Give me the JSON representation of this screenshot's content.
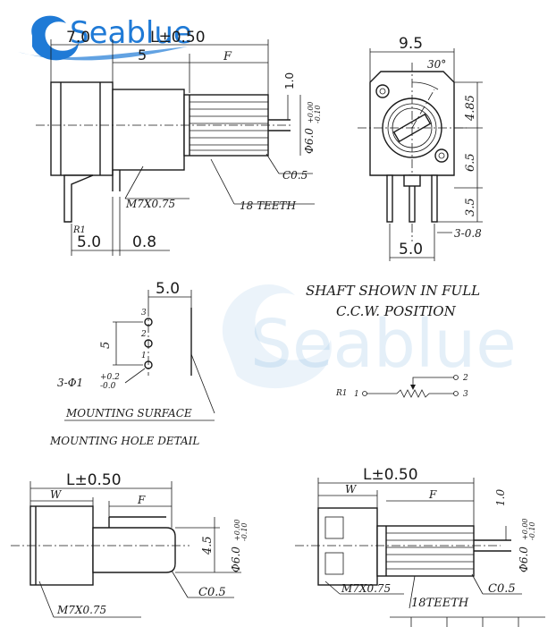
{
  "brand": {
    "name": "Seablue",
    "color": "#1f7ad6",
    "icon": "wave-swirl-icon"
  },
  "watermark": {
    "text": "Seablue"
  },
  "side_view": {
    "dim_top_left": "7.0",
    "dim_length": "L±0.50",
    "dim_five": "5",
    "dim_f": "F",
    "dim_1_0": "1.0",
    "dim_shaft_dia": "Φ6.0",
    "dim_shaft_tol_plus": "+0.00",
    "dim_shaft_tol_minus": "-0.10",
    "dim_chamfer": "C0.5",
    "dim_thread": "M7X0.75",
    "dim_teeth": "18 TEETH",
    "label_r1": "R1",
    "dim_5_0": "5.0",
    "dim_0_8": "0.8"
  },
  "front_view": {
    "dim_width": "9.5",
    "dim_angle": "30°",
    "dim_4_85": "4.85",
    "dim_6_5": "6.5",
    "dim_3_5": "3.5",
    "dim_3_0_8": "3-0.8",
    "dim_5_0": "5.0"
  },
  "mounting_detail": {
    "dim_5_0": "5.0",
    "dim_5": "5",
    "pin_1": "1",
    "pin_2": "2",
    "pin_3": "3",
    "hole_spec": "3-Φ1",
    "hole_tol_plus": "+0.2",
    "hole_tol_minus": "-0.0",
    "surface_label": "MOUNTING SURFACE",
    "detail_label": "MOUNTING HOLE DETAIL"
  },
  "notes": {
    "line1": "SHAFT SHOWN IN FULL",
    "line2": "C.C.W. POSITION"
  },
  "schematic": {
    "label_r1": "R1",
    "pin_1": "1",
    "pin_2": "2",
    "pin_3": "3"
  },
  "plain_shaft_view": {
    "dim_length": "L±0.50",
    "dim_w": "W",
    "dim_f": "F",
    "dim_4_5": "4.5",
    "dim_shaft_dia": "Φ6.0",
    "dim_shaft_tol_plus": "+0.00",
    "dim_shaft_tol_minus": "-0.10",
    "dim_chamfer": "C0.5",
    "dim_thread": "M7X0.75"
  },
  "knurled_shaft_view": {
    "dim_length": "L±0.50",
    "dim_w": "W",
    "dim_f": "F",
    "dim_1_0": "1.0",
    "dim_shaft_dia": "Φ6.0",
    "dim_shaft_tol_plus": "+0.00",
    "dim_shaft_tol_minus": "-0.10",
    "dim_thread": "M7X0.75",
    "dim_teeth": "18TEETH",
    "dim_chamfer": "C0.5"
  }
}
